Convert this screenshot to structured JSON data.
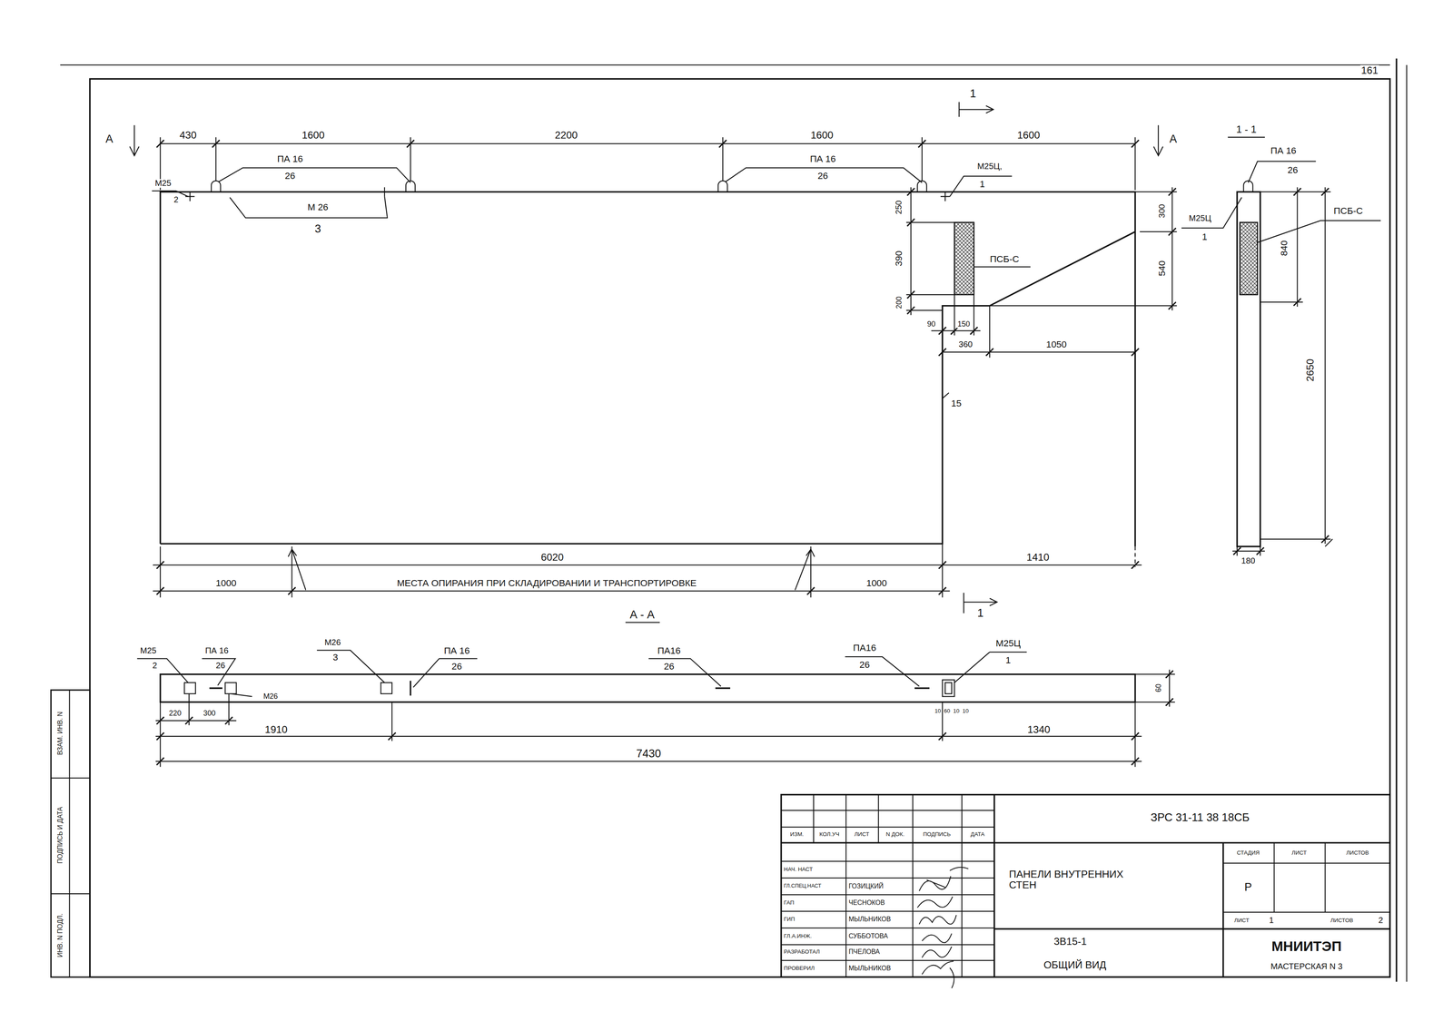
{
  "diagram": {
    "labels": [
      "161",
      "1",
      "А",
      "А",
      "430",
      "1600",
      "2200",
      "1600",
      "1600",
      "ПА 16",
      "26",
      "ПА 16",
      "26",
      "М25",
      "2",
      "М25Ц,",
      "1",
      "М 26",
      "3",
      "250",
      "390",
      "200",
      "300",
      "540",
      "ПСБ-С",
      "90",
      "150",
      "360",
      "1050",
      "15",
      "1 - 1",
      "ПА 16",
      "26",
      "М25Ц",
      "1",
      "ПСБ-С",
      "840",
      "2650",
      "180",
      "6020",
      "1410",
      "1000",
      "МЕСТА ОПИРАНИЯ ПРИ СКЛАДИРОВАНИИ И ТРАНСПОРТИРОВКЕ",
      "1000",
      "1",
      "А - А",
      "М25",
      "2",
      "ПА 16",
      "26",
      "М26",
      "3",
      "ПА 16",
      "26",
      "ПА16",
      "26",
      "ПА16",
      "26",
      "М25Ц",
      "1",
      "60",
      "220",
      "300",
      "М26",
      "10",
      "60",
      "10",
      "10",
      "1910",
      "1340",
      "7430",
      "ВЗАМ. ИНВ. N",
      "ПОДПИСЬ И ДАТА",
      "ИНВ. N ПОДЛ.",
      "ИЗМ.",
      "КОЛ.УЧ",
      "ЛИСТ",
      "N ДОК.",
      "ПОДПИСЬ",
      "ДАТА",
      "НАЧ. НАСТ",
      "ГЛ.СПЕЦ.НАСТ",
      "ГОЗИЦКИЙ",
      "ГАП",
      "ЧЕСНОКОВ",
      "ГИП",
      "МЫЛЬНИКОВ",
      "ГЛ.А.ИНЖ.",
      "СУББОТОВА",
      "РАЗРАБОТАЛ",
      "ПЧЕЛОВА",
      "ПРОВЕРИЛ",
      "МЫЛЬНИКОВ",
      "ЗРС 31-11 38 18СБ",
      "ПАНЕЛИ ВНУТРЕННИХ СТЕН",
      "СТАДИЯ",
      "ЛИСТ",
      "ЛИСТОВ",
      "Р",
      "ЛИСТ",
      "1",
      "ЛИСТОВ",
      "2",
      "3В15-1",
      "ОБЩИЙ ВИД",
      "МНИИТЭП",
      "МАСТЕРСКАЯ N 3"
    ]
  }
}
